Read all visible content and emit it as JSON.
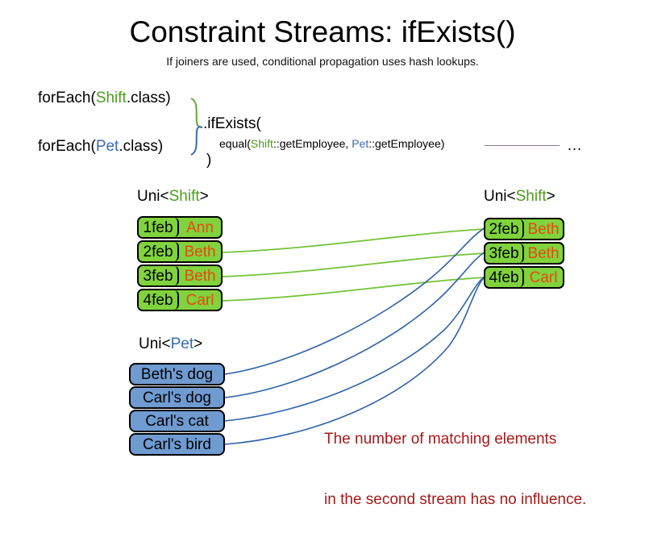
{
  "header": {
    "title": "Constraint Streams: ifExists()",
    "subtitle": "If joiners are used, conditional propagation uses hash lookups."
  },
  "code": {
    "foreach_shift": {
      "prefix": "forEach(",
      "type": "Shift",
      "suffix": ".class)"
    },
    "foreach_pet": {
      "prefix": "forEach(",
      "type": "Pet",
      "suffix": ".class)"
    },
    "if_exists": ".ifExists(",
    "equal": {
      "prefix": "equal(",
      "left_type": "Shift",
      "left_ref": "::getEmployee, ",
      "right_type": "Pet",
      "right_ref": "::getEmployee)"
    },
    "close_paren": ")",
    "tail_ellipsis": "…"
  },
  "streams": {
    "left_shift": {
      "label_prefix": "Uni<",
      "label_type": "Shift",
      "label_suffix": ">",
      "rows": [
        {
          "key": "1feb",
          "value": "Ann"
        },
        {
          "key": "2feb",
          "value": "Beth"
        },
        {
          "key": "3feb",
          "value": "Beth"
        },
        {
          "key": "4feb",
          "value": "Carl"
        }
      ]
    },
    "pet": {
      "label_prefix": "Uni<",
      "label_type": "Pet",
      "label_suffix": ">",
      "rows": [
        {
          "value": "Beth's dog"
        },
        {
          "value": "Carl's dog"
        },
        {
          "value": "Carl's cat"
        },
        {
          "value": "Carl's bird"
        }
      ]
    },
    "right_shift": {
      "label_prefix": "Uni<",
      "label_type": "Shift",
      "label_suffix": ">",
      "rows": [
        {
          "key": "2feb",
          "value": "Beth"
        },
        {
          "key": "3feb",
          "value": "Beth"
        },
        {
          "key": "4feb",
          "value": "Carl"
        }
      ]
    }
  },
  "annotation": {
    "line1": "The number of matching elements",
    "line2": "in the second stream has no influence."
  },
  "colors": {
    "shift_green": "#4a9c1c",
    "pet_blue": "#3a6bb5",
    "box_green": "#80d33c",
    "box_blue": "#6f9bd1",
    "value_orange": "#e8480f",
    "annotation_red": "#a81919",
    "link_green": "#75c238",
    "link_blue": "#2f62a8"
  }
}
